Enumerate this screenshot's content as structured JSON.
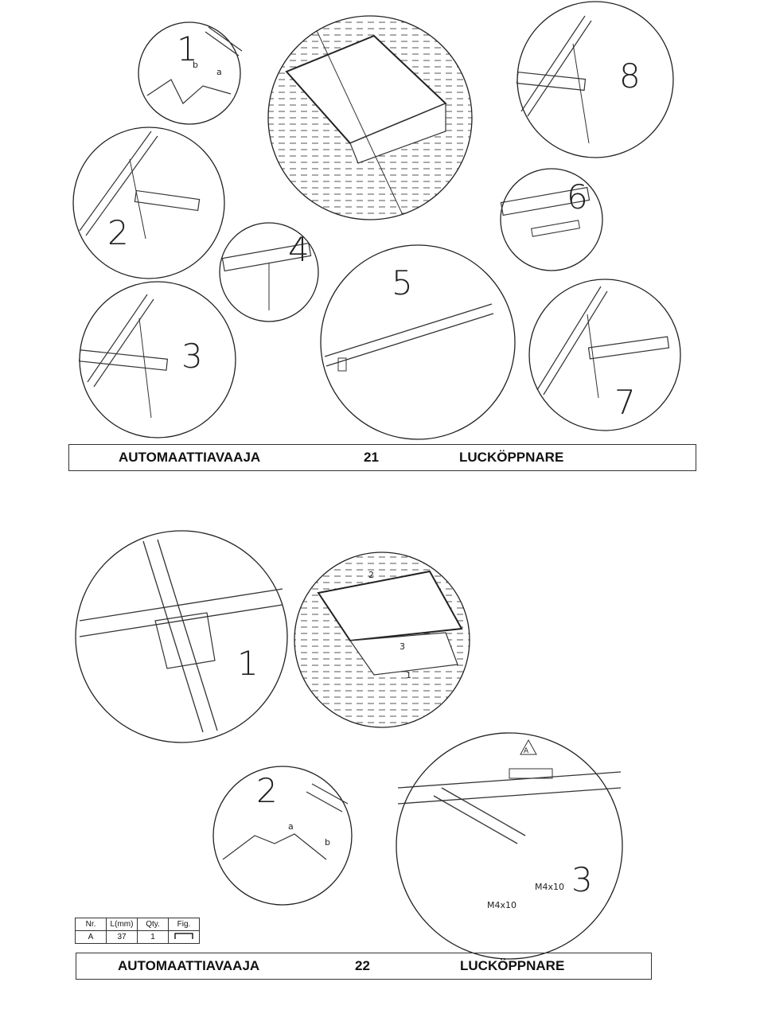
{
  "page21": {
    "left_label": "AUTOMAATTIAVAAJA",
    "page_number": "21",
    "right_label": "LUCKÖPPNARE",
    "step_numbers": [
      "1",
      "2",
      "3",
      "4",
      "5",
      "6",
      "7",
      "8"
    ],
    "callout_letters": [
      "a",
      "b"
    ]
  },
  "page22": {
    "left_label": "AUTOMAATTIAVAAJA",
    "page_number": "22",
    "right_label": "LUCKÖPPNARE",
    "step_numbers": [
      "1",
      "2",
      "3"
    ],
    "callout_letters": [
      "a",
      "b"
    ],
    "part_labels": [
      "1",
      "2",
      "3"
    ],
    "bolt_labels": [
      "M4x10",
      "M4x10"
    ],
    "part_marker": "A",
    "parts_table": {
      "headers": [
        "Nr.",
        "L(mm)",
        "Qty.",
        "Fig."
      ],
      "rows": [
        [
          "A",
          "37",
          "1",
          ""
        ]
      ]
    }
  }
}
